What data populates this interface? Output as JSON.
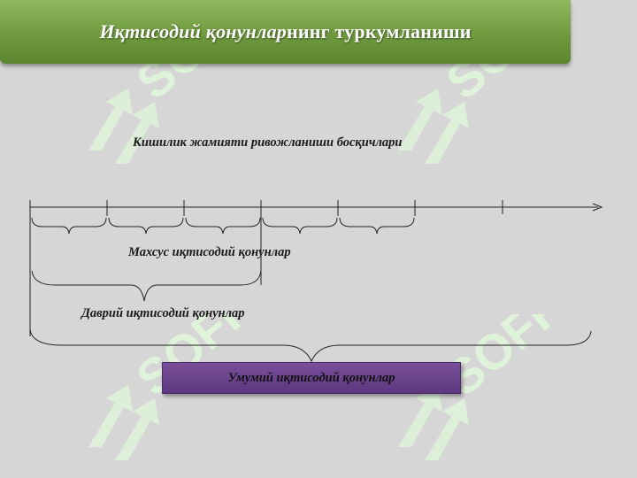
{
  "title": {
    "part_italic": "Иқтисодий қонунлар",
    "part_regular": "нинг туркумланиши"
  },
  "diagram": {
    "stages_label": "Кишилик жамияти ривожланиши босқичлари",
    "special_laws_label": "Махсус иқтисодий қонунлар",
    "periodic_laws_label": "Даврий иқтисодий қонунлар",
    "general_laws_label": "Умумий иқтисодий қонунлар"
  },
  "watermark": {
    "text": "SOFF"
  },
  "colors": {
    "title_bar": "#6f9a3e",
    "general_box": "#6b4590",
    "background": "#d6d6d6",
    "watermark": "#d9f0d3"
  }
}
